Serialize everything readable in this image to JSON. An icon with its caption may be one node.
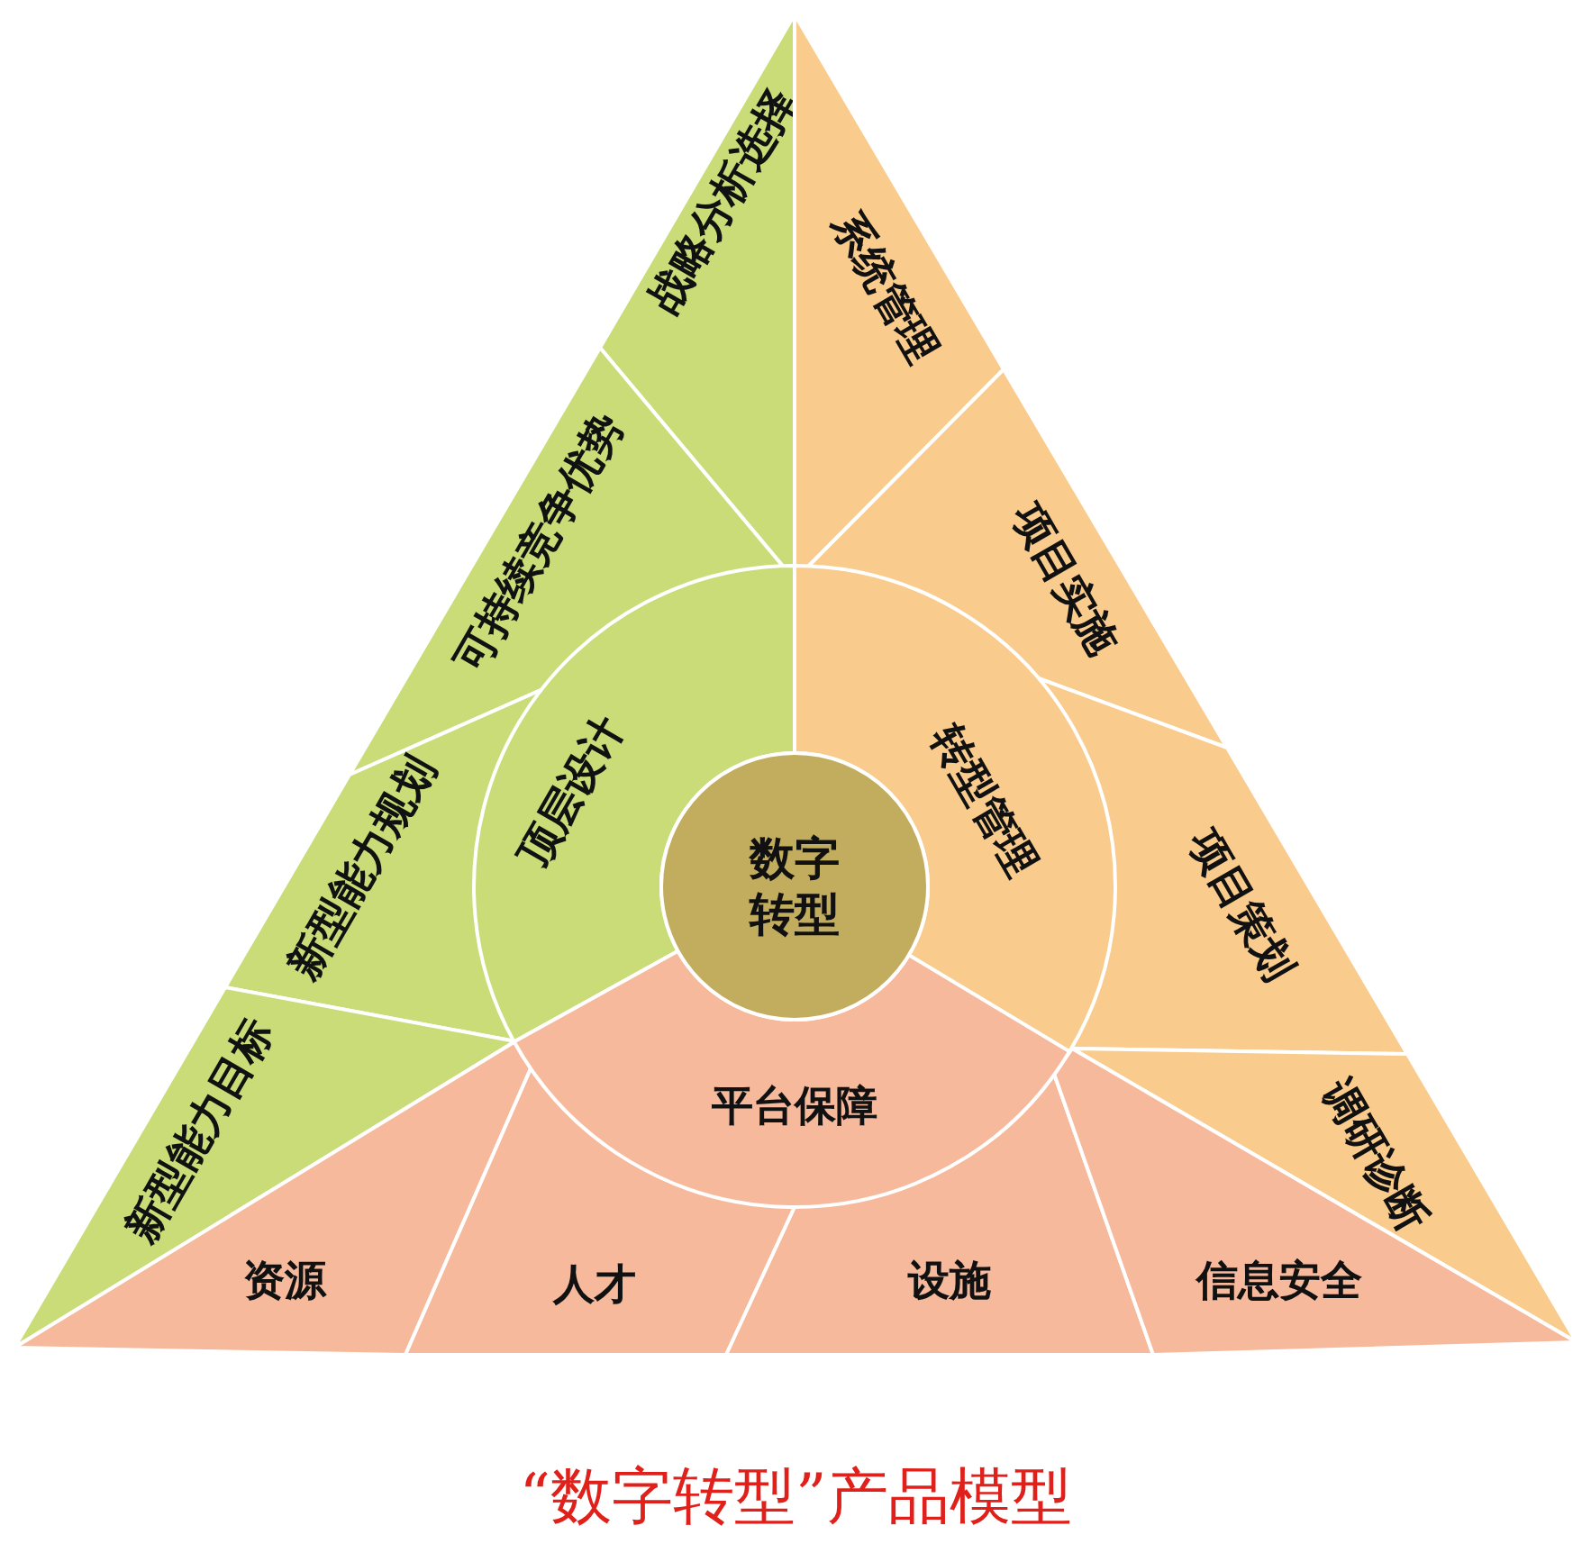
{
  "diagram": {
    "title": "“数字转型”产品模型",
    "nodes": [
      {
        "text": [
          "数字转型"
        ]
      },
      {
        "text": [
          "顶层设计"
        ]
      },
      {
        "text": [
          "转型管理"
        ]
      },
      {
        "text": [
          "平台保障"
        ]
      },
      {
        "text": [
          "战略分析选择"
        ]
      },
      {
        "text": [
          "可持续竞争优势"
        ]
      },
      {
        "text": [
          "新型能力规划"
        ]
      },
      {
        "text": [
          "新型能力目标"
        ]
      },
      {
        "text": [
          "系统管理"
        ]
      },
      {
        "text": [
          "项目实施"
        ]
      },
      {
        "text": [
          "项目策划"
        ]
      },
      {
        "text": [
          "调研诊断"
        ]
      },
      {
        "text": [
          "资源"
        ]
      },
      {
        "text": [
          "人才"
        ]
      },
      {
        "text": [
          "设施"
        ]
      },
      {
        "text": [
          "信息安全"
        ]
      }
    ]
  }
}
